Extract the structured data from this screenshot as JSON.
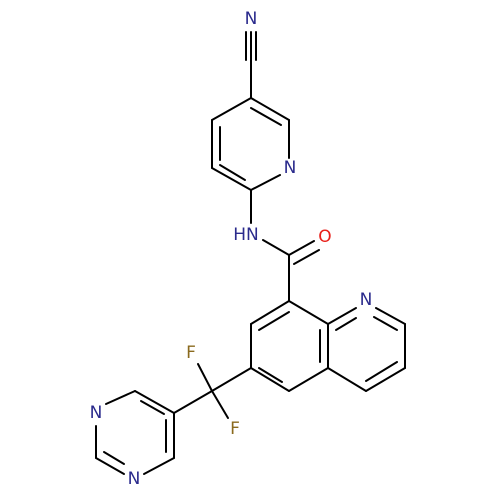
{
  "colors": {
    "bond": "#000000",
    "nitrogen": "#2a2a8c",
    "oxygen": "#e8201a",
    "fluorine": "#8a6a1e",
    "background": "#ffffff"
  },
  "atoms": [
    {
      "id": "n-nitrile",
      "symbol": "N",
      "element": "nitrogen"
    },
    {
      "id": "n-pyridine",
      "symbol": "N",
      "element": "nitrogen"
    },
    {
      "id": "nh-amide",
      "symbol": "HN",
      "element": "nitrogen"
    },
    {
      "id": "o-carbonyl",
      "symbol": "O",
      "element": "oxygen"
    },
    {
      "id": "n-quinoline",
      "symbol": "N",
      "element": "nitrogen"
    },
    {
      "id": "f-upper",
      "symbol": "F",
      "element": "fluorine"
    },
    {
      "id": "f-lower",
      "symbol": "F",
      "element": "fluorine"
    },
    {
      "id": "n-pyrimidine-1",
      "symbol": "N",
      "element": "nitrogen"
    },
    {
      "id": "n-pyrimidine-2",
      "symbol": "N",
      "element": "nitrogen"
    }
  ]
}
